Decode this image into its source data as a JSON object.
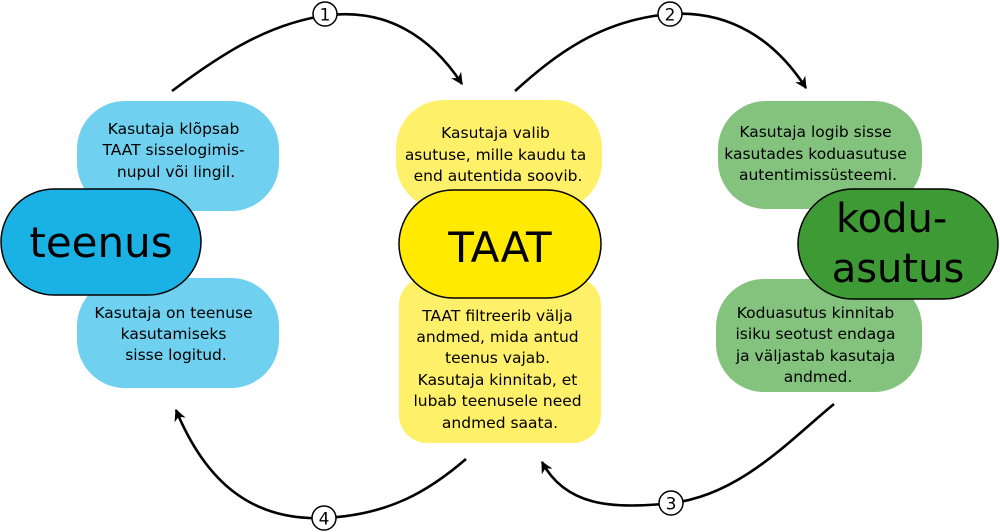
{
  "colors": {
    "blue_light": "#70d0f0",
    "blue_dark": "#1ab1e4",
    "yellow_light": "#fff06a",
    "yellow_dark": "#ffea00",
    "green_light": "#84c37e",
    "green_dark": "#3d9a34"
  },
  "nodes": {
    "teenus": {
      "lines": [
        "teenus"
      ]
    },
    "taat": {
      "lines": [
        "TAAT"
      ]
    },
    "koduasutus": {
      "lines": [
        "kodu-",
        "asutus"
      ]
    }
  },
  "notes": {
    "teenus_top": [
      "Kasutaja klõpsab",
      "TAAT sisselogimis-",
      "nupul või lingil."
    ],
    "teenus_bottom": [
      "Kasutaja on teenuse",
      "kasutamiseks",
      "sisse logitud."
    ],
    "taat_top": [
      "Kasutaja valib",
      "asutuse, mille kaudu ta",
      "end autentida soovib."
    ],
    "taat_bottom": [
      "TAAT filtreerib välja",
      "andmed, mida antud",
      "teenus vajab.",
      "Kasutaja kinnitab, et",
      "lubab teenusele need",
      "andmed saata."
    ],
    "kodu_top": [
      "Kasutaja logib sisse",
      "kasutades koduasutuse",
      "autentimissüsteemi."
    ],
    "kodu_bottom": [
      "Koduasutus kinnitab",
      "isiku seotust endaga",
      "ja väljastab kasutaja",
      "andmed."
    ]
  },
  "steps": [
    "1",
    "2",
    "3",
    "4"
  ]
}
